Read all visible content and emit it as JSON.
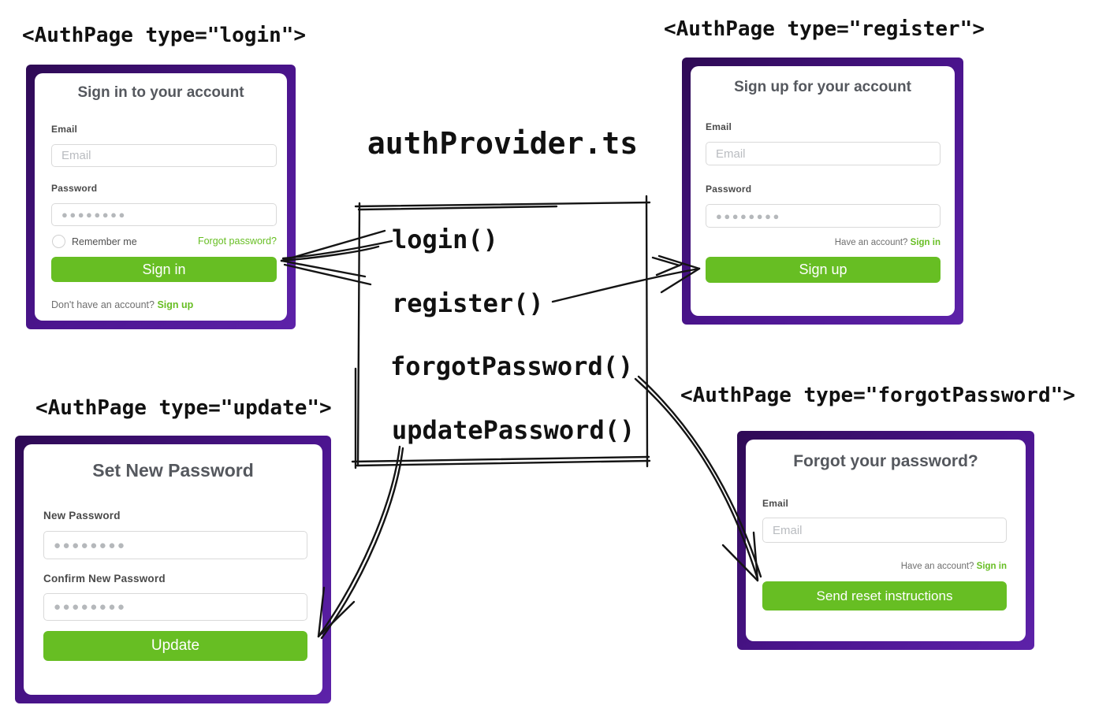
{
  "colors": {
    "purple_frame": "#4a1590",
    "green_accent": "#67be23",
    "ink": "#111111"
  },
  "tags": {
    "login": "<AuthPage type=\"login\">",
    "register": "<AuthPage type=\"register\">",
    "update": "<AuthPage type=\"update\">",
    "forgot": "<AuthPage type=\"forgotPassword\">"
  },
  "provider": {
    "file": "authProvider.ts",
    "functions": [
      "login()",
      "register()",
      "forgotPassword()",
      "updatePassword()"
    ]
  },
  "cards": {
    "login": {
      "title": "Sign in to your account",
      "email_label": "Email",
      "email_placeholder": "Email",
      "password_label": "Password",
      "password_dots": "●●●●●●●●",
      "remember": "Remember me",
      "forgot_link": "Forgot password?",
      "submit": "Sign in",
      "footer_text": "Don't have an account? ",
      "footer_link": "Sign up"
    },
    "register": {
      "title": "Sign up for your account",
      "email_label": "Email",
      "email_placeholder": "Email",
      "password_label": "Password",
      "password_dots": "●●●●●●●●",
      "have_account": "Have an account? ",
      "signin_link": "Sign in",
      "submit": "Sign up"
    },
    "update": {
      "title": "Set New Password",
      "new_password_label": "New Password",
      "new_password_dots": "●●●●●●●●",
      "confirm_password_label": "Confirm New Password",
      "confirm_password_dots": "●●●●●●●●",
      "submit": "Update"
    },
    "forgot": {
      "title": "Forgot your password?",
      "email_label": "Email",
      "email_placeholder": "Email",
      "have_account": "Have an account? ",
      "signin_link": "Sign in",
      "submit": "Send reset instructions"
    }
  }
}
